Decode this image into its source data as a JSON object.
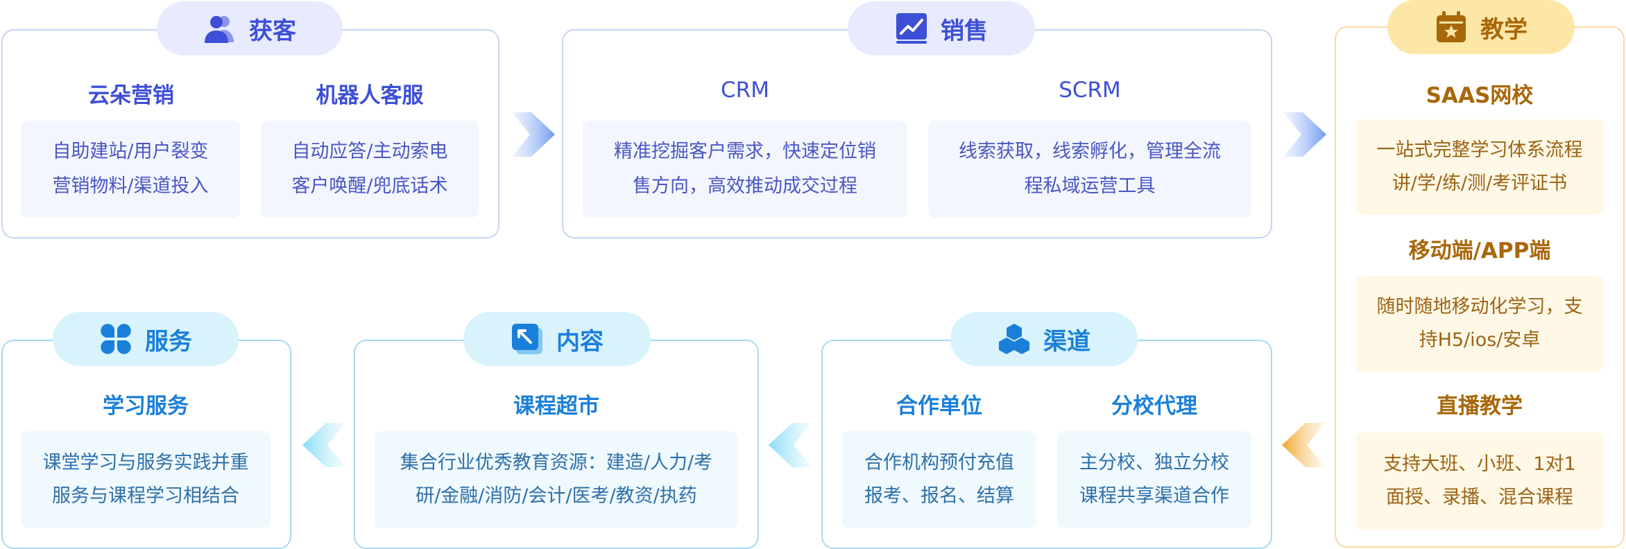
{
  "modules": {
    "acquire": {
      "title": "获客",
      "icon": "users-icon",
      "items": [
        {
          "name": "云朵营销",
          "lines": [
            "自助建站/用户裂变",
            "营销物料/渠道投入"
          ]
        },
        {
          "name": "机器人客服",
          "lines": [
            "自动应答/主动索电",
            "客户唤醒/兜底话术"
          ]
        }
      ]
    },
    "sales": {
      "title": "销售",
      "icon": "trend-chart-icon",
      "items": [
        {
          "name": "CRM",
          "lines": [
            "精准挖掘客户需求，快速定位销",
            "售方向，高效推动成交过程"
          ]
        },
        {
          "name": "SCRM",
          "lines": [
            "线索获取，线索孵化，管理全流",
            "程私域运营工具"
          ]
        }
      ]
    },
    "teaching": {
      "title": "教学",
      "icon": "calendar-star-icon",
      "items": [
        {
          "name": "SAAS网校",
          "lines": [
            "一站式完整学习体系流程",
            "讲/学/练/测/考评证书"
          ]
        },
        {
          "name": "移动端/APP端",
          "lines": [
            "随时随地移动化学习，支",
            "持H5/ios/安卓"
          ]
        },
        {
          "name": "直播教学",
          "lines": [
            "支持大班、小班、1对1",
            "面授、录播、混合课程"
          ]
        }
      ]
    },
    "channel": {
      "title": "渠道",
      "icon": "cubes-icon",
      "items": [
        {
          "name": "合作单位",
          "lines": [
            "合作机构预付充值",
            "报考、报名、结算"
          ]
        },
        {
          "name": "分校代理",
          "lines": [
            "主分校、独立分校",
            "课程共享渠道合作"
          ]
        }
      ]
    },
    "content": {
      "title": "内容",
      "icon": "content-arrow-icon",
      "items": [
        {
          "name": "课程超市",
          "lines": [
            "集合行业优秀教育资源：建造/人力/考",
            "研/金融/消防/会计/医考/教资/执药"
          ]
        }
      ]
    },
    "service": {
      "title": "服务",
      "icon": "clover-icon",
      "items": [
        {
          "name": "学习服务",
          "lines": [
            "课堂学习与服务实践并重",
            "服务与课程学习相结合"
          ]
        }
      ]
    }
  },
  "colors": {
    "purple": "#3d4fd6",
    "blue": "#1a7fd9",
    "orange": "#a86709"
  }
}
